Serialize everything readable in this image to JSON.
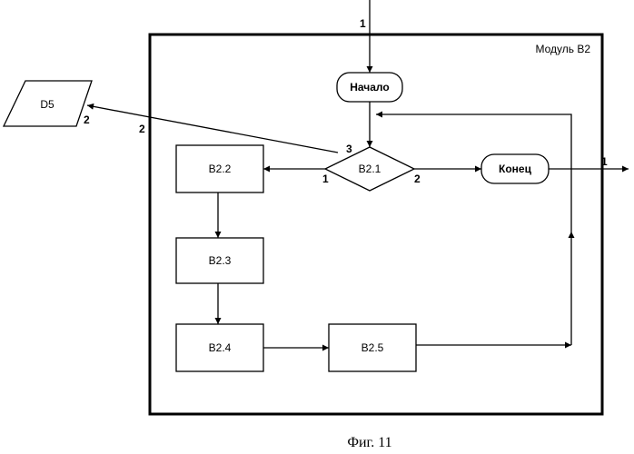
{
  "module": {
    "title": "Модуль B2"
  },
  "nodes": {
    "start": "Начало",
    "end": "Конец",
    "decision": "B2.1",
    "b22": "B2.2",
    "b23": "B2.3",
    "b24": "B2.4",
    "b25": "B2.5",
    "d5": "D5"
  },
  "port_labels": {
    "input_top": "1",
    "output_right": "1",
    "decision_left": "1",
    "decision_right": "2",
    "decision_top": "3",
    "to_d5_line": "2",
    "d5_port": "2"
  },
  "caption": "Фиг. 11"
}
